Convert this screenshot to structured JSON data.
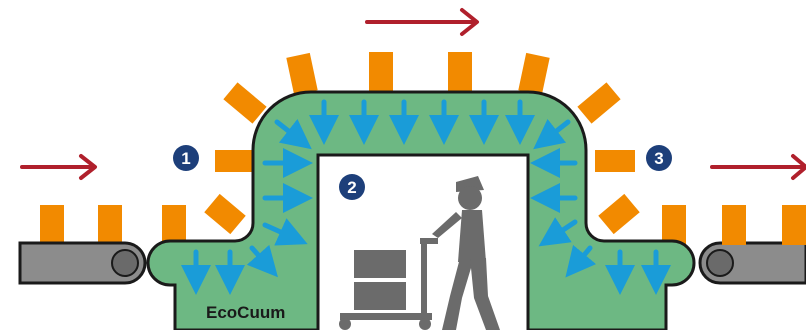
{
  "colors": {
    "background": "#ffffff",
    "tunnel_fill": "#6db883",
    "tunnel_stroke": "#1a1a1a",
    "block": "#f28a00",
    "air_arrow": "#1a9cd8",
    "flow_arrow": "#b0202c",
    "badge": "#1d3f7a",
    "belt": "#8c8c8c",
    "roller": "#6a6a6a",
    "worker": "#6b6b6b",
    "label_text": "#1a1a1a"
  },
  "steps": [
    {
      "number": "1",
      "icon": "circled-number-1"
    },
    {
      "number": "2",
      "icon": "circled-number-2"
    },
    {
      "number": "3",
      "icon": "circled-number-3"
    }
  ],
  "brand_label": "EcoCuum",
  "icons": {
    "flow_direction": "right-arrow-icon",
    "air_flow": "down-arrow-icon",
    "worker": "person-with-hand-truck-icon",
    "conveyor": "conveyor-belt-icon"
  }
}
